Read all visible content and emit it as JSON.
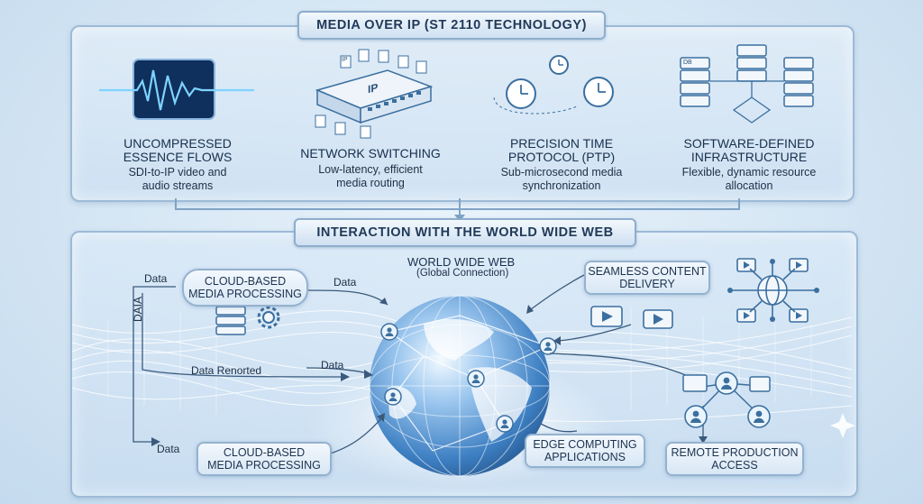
{
  "top_banner": "MEDIA OVER IP (ST 2110 TECHNOLOGY)",
  "features": [
    {
      "title_lines": [
        "UNCOMPRESSED",
        "ESSENCE FLOWS"
      ],
      "desc_lines": [
        "SDI-to-IP video and",
        "audio streams"
      ]
    },
    {
      "title_lines": [
        "NETWORK SWITCHING"
      ],
      "desc_lines": [
        "Low-latency, efficient",
        "media routing"
      ]
    },
    {
      "title_lines": [
        "PRECISION TIME",
        "PROTOCOL (PTP)"
      ],
      "desc_lines": [
        "Sub-microsecond media",
        "synchronization"
      ]
    },
    {
      "title_lines": [
        "SOFTWARE-DEFINED",
        "INFRASTRUCTURE"
      ],
      "desc_lines": [
        "Flexible, dynamic resource",
        "allocation"
      ]
    }
  ],
  "switch_label": "IP",
  "packet_label": "IP",
  "server_tag": "DB",
  "bottom_banner": "INTERACTION WITH THE WORLD WIDE WEB",
  "web_title": "WORLD WIDE WEB",
  "web_subtitle": "(Global Connection)",
  "boxes": {
    "cloud_top": [
      "CLOUD-BASED",
      "MEDIA PROCESSING"
    ],
    "cloud_bottom": [
      "CLOUD-BASED",
      "MEDIA PROCESSING"
    ],
    "seamless": [
      "SEAMLESS CONTENT",
      "DELIVERY"
    ],
    "edge": [
      "EDGE COMPUTING",
      "APPLICATIONS"
    ],
    "remote": [
      "REMOTE PRODUCTION",
      "ACCESS"
    ]
  },
  "flow_labels": {
    "data_left_top": "Data",
    "data_right_top": "Data",
    "data_vertical": "DAIA",
    "data_reported": "Data Renorted",
    "data_mid": "Data",
    "data_bottom": "Data"
  },
  "colors": {
    "accent": "#2f7fcf",
    "icon_stroke": "#3b6f9f",
    "panel_border": "#9dbad6"
  }
}
